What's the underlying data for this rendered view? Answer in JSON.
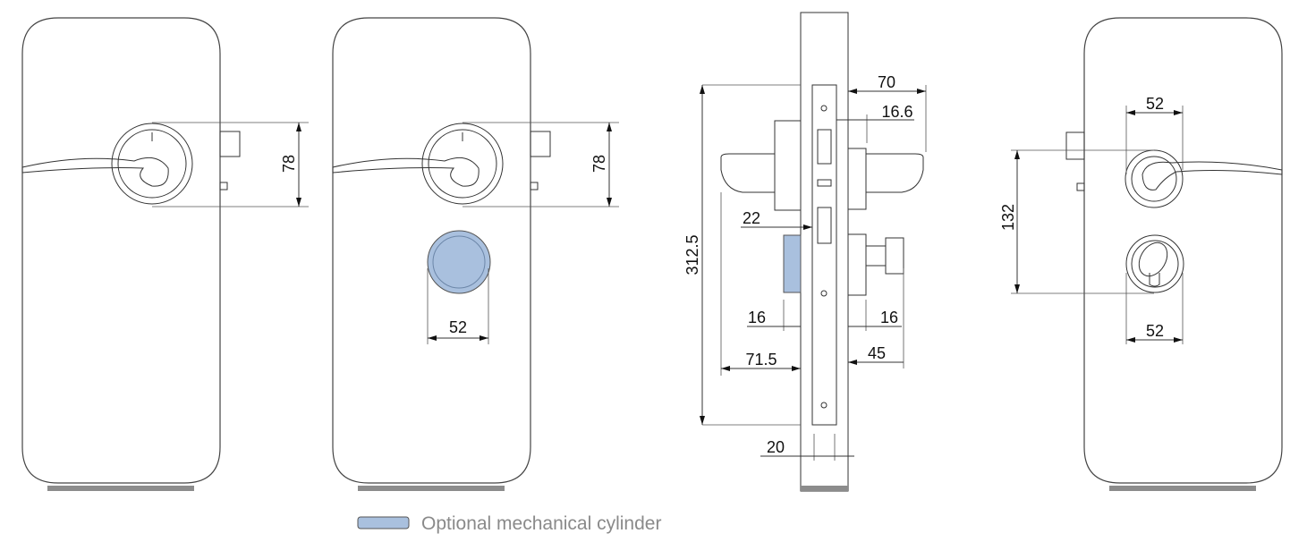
{
  "colors": {
    "cylinder": "#a9c0de",
    "line": "#333333",
    "floor": "#8c8c8c"
  },
  "views": {
    "front_view": {
      "handle_height": "78"
    },
    "front_view_cylinder": {
      "handle_height": "78",
      "cylinder_width": "52"
    },
    "section_view": {
      "total_height": "312.5",
      "backset_width": "70",
      "offset": "16.6",
      "cylinder_offset": "22",
      "left_rosette": "16",
      "right_rosette": "16",
      "left_depth": "71.5",
      "right_depth": "45",
      "door_thickness": "20"
    },
    "back_view": {
      "rosette_top": "52",
      "center_distance": "132",
      "rosette_bottom": "52"
    }
  },
  "legend": {
    "label": "Optional mechanical cylinder"
  }
}
